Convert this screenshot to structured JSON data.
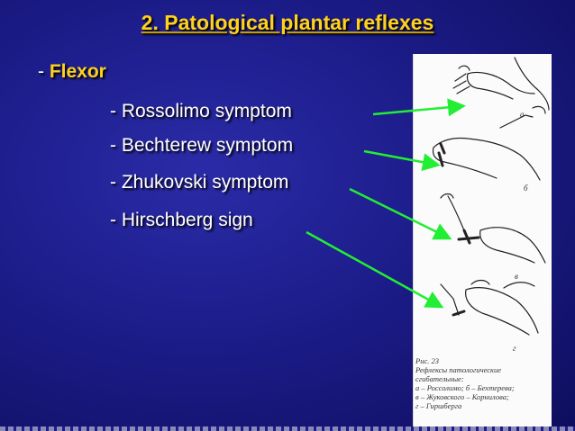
{
  "slide": {
    "title": "2. Patological plantar reflexes",
    "flexor_dash": "- ",
    "flexor_label": "Flexor",
    "items": [
      "- Rossolimo symptom",
      "- Bechterew symptom",
      "- Zhukovski symptom",
      "- Hirschberg sign"
    ]
  },
  "figure": {
    "panel_labels": [
      "а",
      "б",
      "в",
      "г"
    ],
    "caption_lines": [
      "Рис. 23",
      "Рефлексы патологические",
      "сгибательные:",
      "а – Россолимо; б – Бехтерева;",
      "в – Жуковского – Корнилова;",
      "г – Гиршберга"
    ]
  },
  "colors": {
    "title": "#ffd21a",
    "text": "#ffffff",
    "arrow": "#22ee33",
    "background": "#1c1c8a"
  }
}
